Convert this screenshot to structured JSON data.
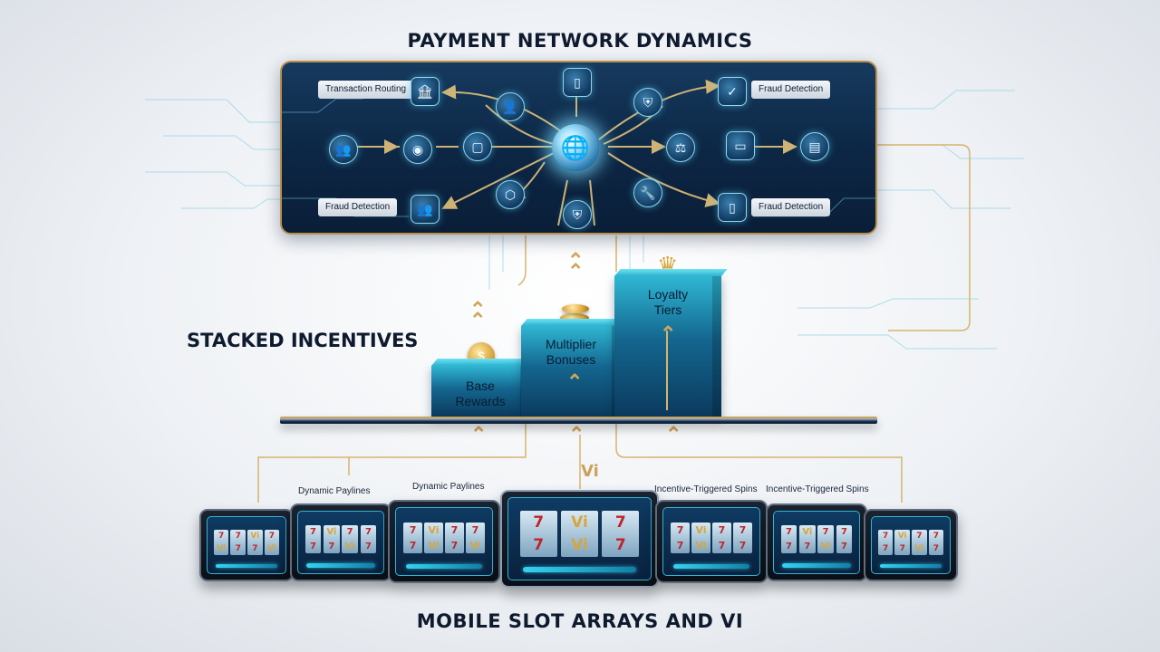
{
  "titles": {
    "top": "PAYMENT NETWORK DYNAMICS",
    "side": "STACKED INCENTIVES",
    "bottom": "MOBILE SLOT ARRAYS AND VI"
  },
  "network": {
    "labels": {
      "transaction_routing": "Transaction Routing",
      "fraud_top_right": "Fraud Detection",
      "fraud_bottom_left": "Fraud Detection",
      "fraud_bottom_right": "Fraud Detection"
    },
    "center_icon": "globe-icon"
  },
  "stairs": {
    "base": "Base Rewards",
    "multiplier": "Multiplier Bonuses",
    "loyalty": "Loyalty Tiers",
    "base_coin_symbol": "$"
  },
  "devices": {
    "labels": {
      "dynamic_1": "Dynamic Paylines",
      "dynamic_2": "Dynamic Paylines",
      "incentive_1": "Incentive-Triggered Spins",
      "incentive_2": "Incentive-Triggered Spins"
    },
    "float_vi": "Vi",
    "reel_symbols": [
      "7",
      "Vi"
    ]
  },
  "colors": {
    "navy": "#0c2644",
    "teal": "#2fb7d3",
    "gold": "#c9a25c",
    "slot_red": "#c0242b"
  }
}
